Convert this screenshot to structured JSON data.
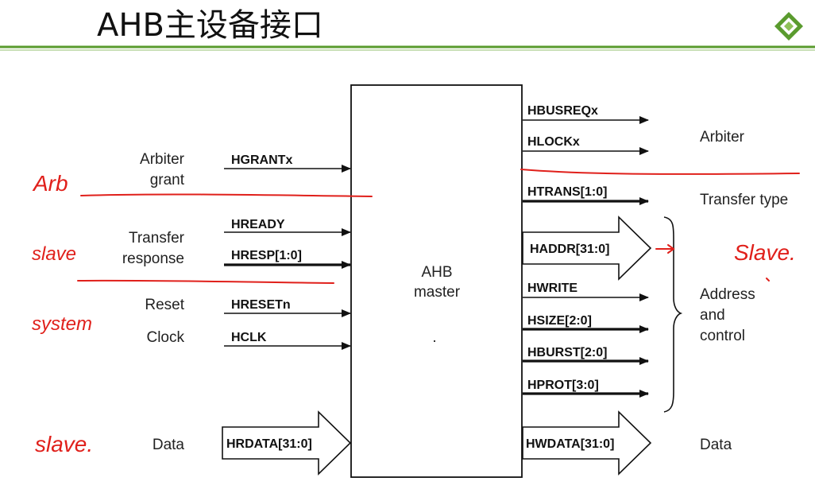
{
  "title": "AHB主设备接口",
  "colors": {
    "accent": "#5a9b2e",
    "annotation": "#e0201b",
    "line": "#111111"
  },
  "logo": {
    "icon": "diamond-logo-icon"
  },
  "master_block": {
    "line1": "AHB",
    "line2": "master",
    "dot": "."
  },
  "left_groups": {
    "arbiter": {
      "line1": "Arbiter",
      "line2": "grant"
    },
    "transfer": {
      "line1": "Transfer",
      "line2": "response"
    },
    "reset": "Reset",
    "clock": "Clock",
    "data": "Data"
  },
  "left_signals": {
    "hgrant": "HGRANTx",
    "hready": "HREADY",
    "hresp": "HRESP[1:0]",
    "hreset": "HRESETn",
    "hclk": "HCLK",
    "hrdata": "HRDATA[31:0]"
  },
  "right_signals": {
    "hbusreq": "HBUSREQx",
    "hlock": "HLOCKx",
    "htrans": "HTRANS[1:0]",
    "haddr": "HADDR[31:0]",
    "hwrite": "HWRITE",
    "hsize": "HSIZE[2:0]",
    "hburst": "HBURST[2:0]",
    "hprot": "HPROT[3:0]",
    "hwdata": "HWDATA[31:0]"
  },
  "right_groups": {
    "arbiter": "Arbiter",
    "transfer_type": "Transfer type",
    "addr": {
      "line1": "Address",
      "line2": "and",
      "line3": "control"
    },
    "data": "Data"
  },
  "handwritten": {
    "arb": "Arb",
    "slave1": "slave",
    "system": "system",
    "slave2": "slave.",
    "slave3": "Slave."
  }
}
